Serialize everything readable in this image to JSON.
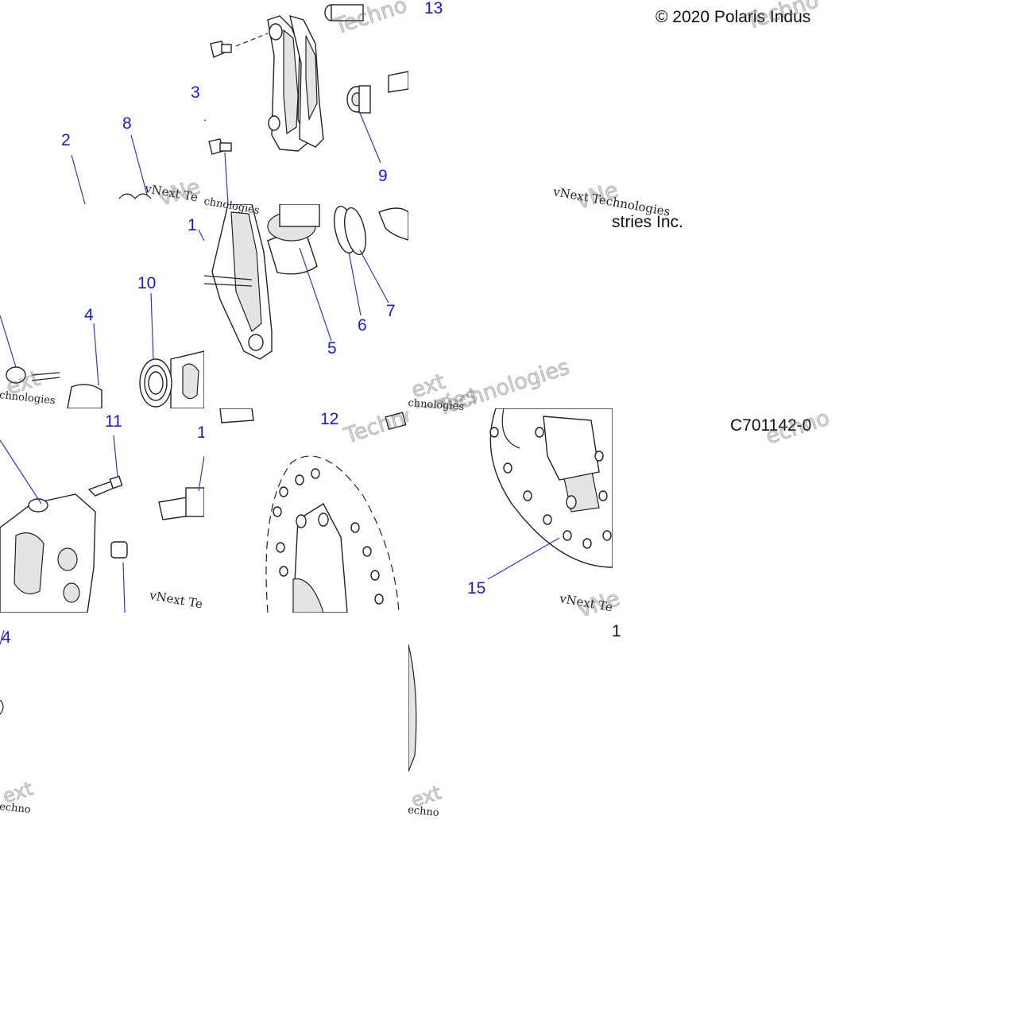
{
  "diagram": {
    "copyright_fragment": "© 2020 Polaris Indus",
    "copyright_fragment_2": "stries Inc.",
    "part_code": "C701142-0",
    "fragment_1": "1",
    "watermark_text": "vNext Technologies",
    "watermark_part_a": "vNext Te",
    "watermark_part_b": "Technologies",
    "watermark_part_c": "chnologies",
    "watermark_part_d": "ext",
    "watermark_part_e": "Techno",
    "watermark_part_f": "echno",
    "watermark_part_g": "vNe",
    "callouts": [
      "13",
      "3",
      "8",
      "2",
      "9",
      "1",
      "10",
      "4",
      "5",
      "6",
      "7",
      "11",
      "1",
      "12",
      "15",
      "4"
    ]
  }
}
